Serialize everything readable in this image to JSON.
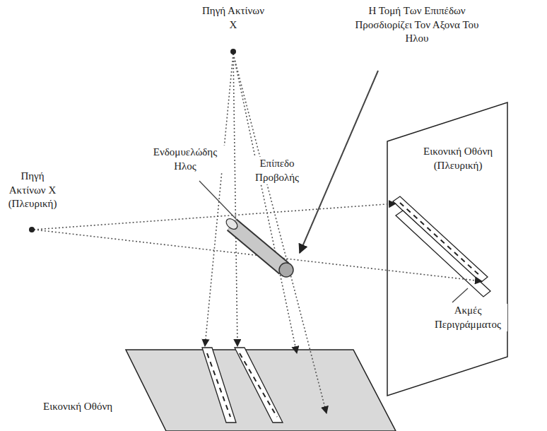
{
  "diagram": {
    "labels": [
      "Πηγή Ακτίνων Χ",
      "Η Τομή Των Επιπέδων Προσδιορίζει Τον Αξονα Του Ηλου",
      "Εικονική Οθόνη (Πλευρική)",
      "Πηγή Ακτίνων Χ (Πλευρική)",
      "Ενδομυελώδης Ηλος",
      "Επίπεδο Προβολής",
      "Ακμές Περιγράμματος",
      "Εικονική Οθόνη"
    ]
  }
}
